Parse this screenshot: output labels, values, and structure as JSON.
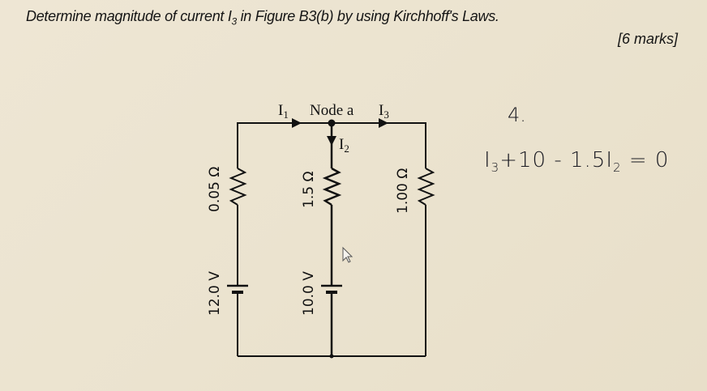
{
  "question": {
    "prefix": "Determine magnitude of current I",
    "subscript": "3",
    "suffix": " in Figure B3(b) by using Kirchhoff's Laws.",
    "marks": "[6 marks]"
  },
  "circuit": {
    "node_label": "Node a",
    "currents": {
      "I1": {
        "main": "I",
        "sub": "1"
      },
      "I2": {
        "main": "I",
        "sub": "2"
      },
      "I3": {
        "main": "I",
        "sub": "3"
      }
    },
    "left_branch": {
      "resistor": "0.05 Ω",
      "source": "12.0 V"
    },
    "middle_branch": {
      "resistor": "1.5 Ω",
      "source": "10.0 V"
    },
    "right_branch": {
      "resistor": "1.00 Ω"
    }
  },
  "handwritten": {
    "label": "4.",
    "equation_prefix": "I",
    "equation_sub": "3",
    "equation_rest": "+10 - 1.5I",
    "equation_sub2": "2",
    "equation_end": " = 0"
  },
  "colors": {
    "background": "#ece4d0",
    "ink": "#111111"
  }
}
